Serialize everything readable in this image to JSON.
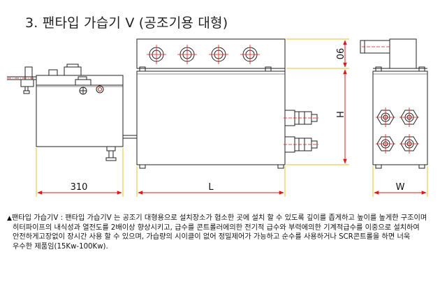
{
  "title": "3. 팬타입 가습기 V (공조기용 대형)",
  "dimensions": {
    "left_width": "310",
    "length": "L",
    "height_top": "90",
    "height": "H",
    "width": "W"
  },
  "note": {
    "marker": "▲",
    "lines": [
      "팬타입 가습기V : 팬타입 가습기V 는 공조기 대형용으로  설치장소가 협소한 곳에 설치 할 수 있도록 깊이를 좁게하고 높이를 높게한 구조이며",
      "히터파이프의 내식성과 열전도를 2배이상 향상시키고, 급수를  콘트롤러에의한 전기적 급수와 부력에의한 기계적급수를 이중으로 설치하여",
      "안전하게고장없이 장시간 사용 할 수 있으며, 가습량의 시이클이 없어 정밀제어가 가능하고  순수를 사용하거나 SCR콘트롤을 하면 너욱",
      "우수한 제품임(15Kw-100Kw)."
    ]
  }
}
